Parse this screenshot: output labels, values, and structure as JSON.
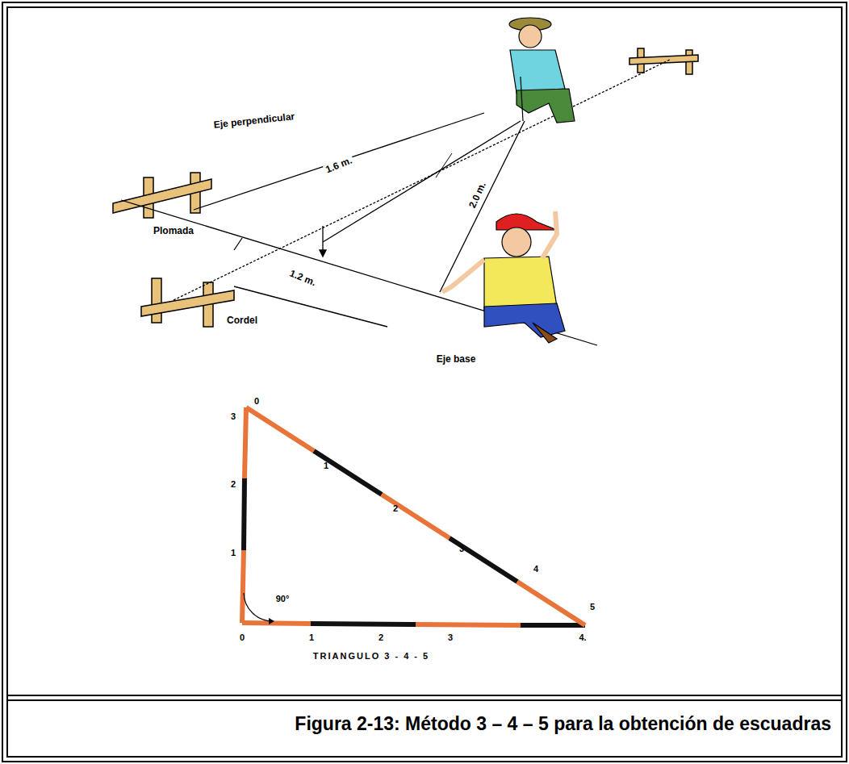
{
  "diagram": {
    "caption": "Figura 2-13: Método 3 – 4 – 5 para la obtención de escuadras",
    "labels": [
      "Eje perpendicular",
      "1.6 m.",
      "2.0 m.",
      "Plomada",
      "1.2 m.",
      "Cordel",
      "Eje base",
      "3",
      "0",
      "2",
      "1",
      "0",
      "1",
      "2",
      "3",
      "4.",
      "1",
      "2",
      "3",
      "4",
      "5",
      "90°",
      "TRIANGULO 3 - 4 - 5"
    ]
  }
}
